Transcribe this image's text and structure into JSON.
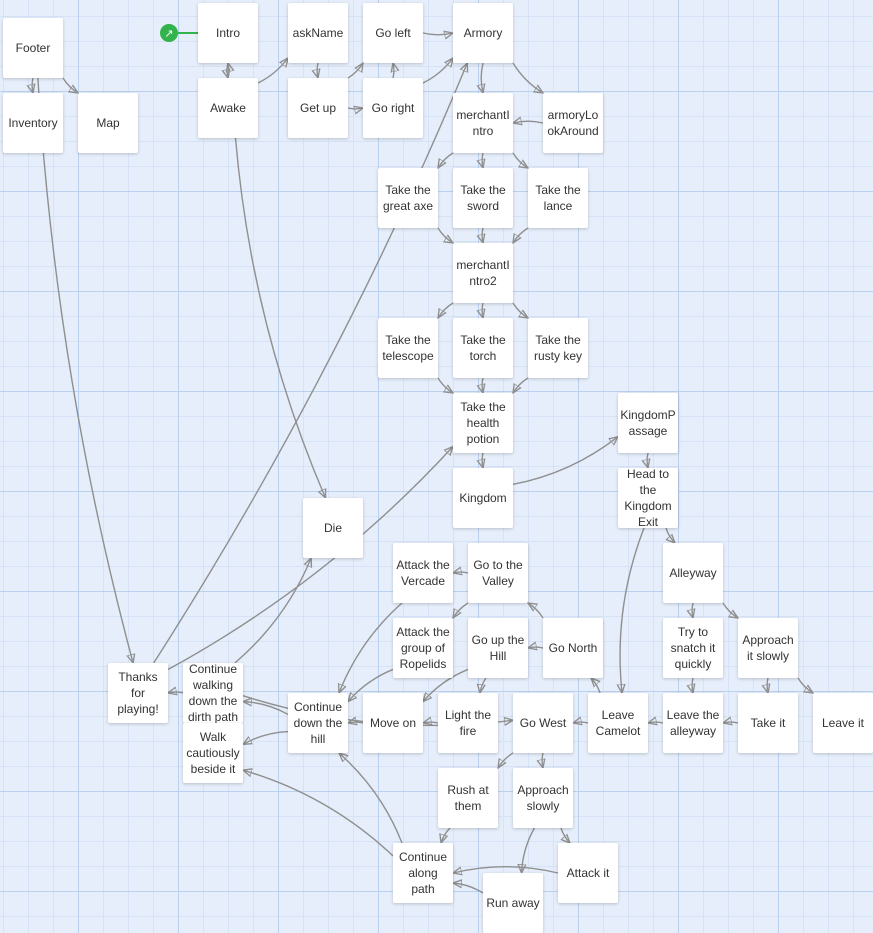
{
  "story_map": {
    "start_icon": "rocket-icon",
    "passages": [
      {
        "id": "footer",
        "label": "Footer"
      },
      {
        "id": "inventory",
        "label": "Inventory"
      },
      {
        "id": "map",
        "label": "Map"
      },
      {
        "id": "intro",
        "label": "Intro"
      },
      {
        "id": "awake",
        "label": "Awake"
      },
      {
        "id": "askname",
        "label": "askName"
      },
      {
        "id": "getup",
        "label": "Get up"
      },
      {
        "id": "goleft",
        "label": "Go left"
      },
      {
        "id": "goright",
        "label": "Go right"
      },
      {
        "id": "armory",
        "label": "Armory"
      },
      {
        "id": "merchantintro",
        "label": "merchantIntro"
      },
      {
        "id": "armorylookaround",
        "label": "armoryLookAround"
      },
      {
        "id": "greataxe",
        "label": "Take the great axe"
      },
      {
        "id": "sword",
        "label": "Take the sword"
      },
      {
        "id": "lance",
        "label": "Take the lance"
      },
      {
        "id": "merchantintro2",
        "label": "merchantIntro2"
      },
      {
        "id": "telescope",
        "label": "Take the telescope"
      },
      {
        "id": "torch",
        "label": "Take the torch"
      },
      {
        "id": "rustykey",
        "label": "Take the rusty key"
      },
      {
        "id": "healthpotion",
        "label": "Take the health potion"
      },
      {
        "id": "kingdompassage",
        "label": "KingdomPassage"
      },
      {
        "id": "kingdom",
        "label": "Kingdom"
      },
      {
        "id": "headexit",
        "label": "Head to the Kingdom Exit"
      },
      {
        "id": "die",
        "label": "Die"
      },
      {
        "id": "alleyway",
        "label": "Alleyway"
      },
      {
        "id": "attackvercade",
        "label": "Attack the Vercade"
      },
      {
        "id": "gotovalley",
        "label": "Go to the Valley"
      },
      {
        "id": "snatch",
        "label": "Try to snatch it quickly"
      },
      {
        "id": "approachslowly1",
        "label": "Approach it slowly"
      },
      {
        "id": "attackropelids",
        "label": "Attack the group of Ropelids"
      },
      {
        "id": "gouphill",
        "label": "Go up the Hill"
      },
      {
        "id": "gonorth",
        "label": "Go North"
      },
      {
        "id": "thanks",
        "label": "Thanks for playing!"
      },
      {
        "id": "continuepath",
        "label": "Continue walking down the dirth path"
      },
      {
        "id": "continuehill",
        "label": "Continue down the hill"
      },
      {
        "id": "moveon",
        "label": "Move on"
      },
      {
        "id": "lightfire",
        "label": "Light the fire"
      },
      {
        "id": "gowest",
        "label": "Go West"
      },
      {
        "id": "leavecamelot",
        "label": "Leave Camelot"
      },
      {
        "id": "leavealley",
        "label": "Leave the alleyway"
      },
      {
        "id": "takeit",
        "label": "Take it"
      },
      {
        "id": "leaveit",
        "label": "Leave it"
      },
      {
        "id": "walkcautiously",
        "label": "Walk cautiously beside it"
      },
      {
        "id": "rushatthem",
        "label": "Rush at them"
      },
      {
        "id": "approachslowly2",
        "label": "Approach slowly"
      },
      {
        "id": "continuealong",
        "label": "Continue along path"
      },
      {
        "id": "attackit",
        "label": "Attack it"
      },
      {
        "id": "runaway",
        "label": "Run away"
      }
    ],
    "links": [
      [
        "footer",
        "inventory"
      ],
      [
        "footer",
        "map"
      ],
      [
        "footer",
        "thanks"
      ],
      [
        "intro",
        "awake"
      ],
      [
        "awake",
        "intro"
      ],
      [
        "awake",
        "askname"
      ],
      [
        "awake",
        "die"
      ],
      [
        "askname",
        "getup"
      ],
      [
        "getup",
        "goleft"
      ],
      [
        "getup",
        "goright"
      ],
      [
        "goright",
        "goleft"
      ],
      [
        "goleft",
        "armory"
      ],
      [
        "goright",
        "armory"
      ],
      [
        "armory",
        "merchantintro"
      ],
      [
        "armory",
        "armorylookaround"
      ],
      [
        "armorylookaround",
        "merchantintro"
      ],
      [
        "merchantintro",
        "greataxe"
      ],
      [
        "merchantintro",
        "sword"
      ],
      [
        "merchantintro",
        "lance"
      ],
      [
        "greataxe",
        "merchantintro2"
      ],
      [
        "sword",
        "merchantintro2"
      ],
      [
        "lance",
        "merchantintro2"
      ],
      [
        "merchantintro2",
        "telescope"
      ],
      [
        "merchantintro2",
        "torch"
      ],
      [
        "merchantintro2",
        "rustykey"
      ],
      [
        "telescope",
        "healthpotion"
      ],
      [
        "torch",
        "healthpotion"
      ],
      [
        "rustykey",
        "healthpotion"
      ],
      [
        "healthpotion",
        "kingdom"
      ],
      [
        "kingdom",
        "kingdompassage"
      ],
      [
        "kingdompassage",
        "headexit"
      ],
      [
        "headexit",
        "alleyway"
      ],
      [
        "headexit",
        "leavecamelot"
      ],
      [
        "alleyway",
        "snatch"
      ],
      [
        "alleyway",
        "approachslowly1"
      ],
      [
        "snatch",
        "leavealley"
      ],
      [
        "approachslowly1",
        "takeit"
      ],
      [
        "approachslowly1",
        "leaveit"
      ],
      [
        "takeit",
        "leavealley"
      ],
      [
        "leavealley",
        "leavecamelot"
      ],
      [
        "leavecamelot",
        "gonorth"
      ],
      [
        "leavecamelot",
        "gowest"
      ],
      [
        "gonorth",
        "gouphill"
      ],
      [
        "gonorth",
        "gotovalley"
      ],
      [
        "gotovalley",
        "attackvercade"
      ],
      [
        "gotovalley",
        "attackropelids"
      ],
      [
        "attackvercade",
        "continuehill"
      ],
      [
        "attackropelids",
        "continuehill"
      ],
      [
        "gouphill",
        "moveon"
      ],
      [
        "gouphill",
        "lightfire"
      ],
      [
        "lightfire",
        "moveon"
      ],
      [
        "moveon",
        "continuehill"
      ],
      [
        "gowest",
        "rushatthem"
      ],
      [
        "gowest",
        "approachslowly2"
      ],
      [
        "rushatthem",
        "continuealong"
      ],
      [
        "approachslowly2",
        "attackit"
      ],
      [
        "approachslowly2",
        "runaway"
      ],
      [
        "attackit",
        "continuealong"
      ],
      [
        "runaway",
        "continuealong"
      ],
      [
        "continuealong",
        "walkcautiously"
      ],
      [
        "continuealong",
        "continuehill"
      ],
      [
        "continuehill",
        "continuepath"
      ],
      [
        "continuehill",
        "walkcautiously"
      ],
      [
        "continuepath",
        "thanks"
      ],
      [
        "continuepath",
        "gowest"
      ],
      [
        "continuepath",
        "die"
      ],
      [
        "thanks",
        "armory"
      ],
      [
        "thanks",
        "healthpotion"
      ]
    ]
  }
}
